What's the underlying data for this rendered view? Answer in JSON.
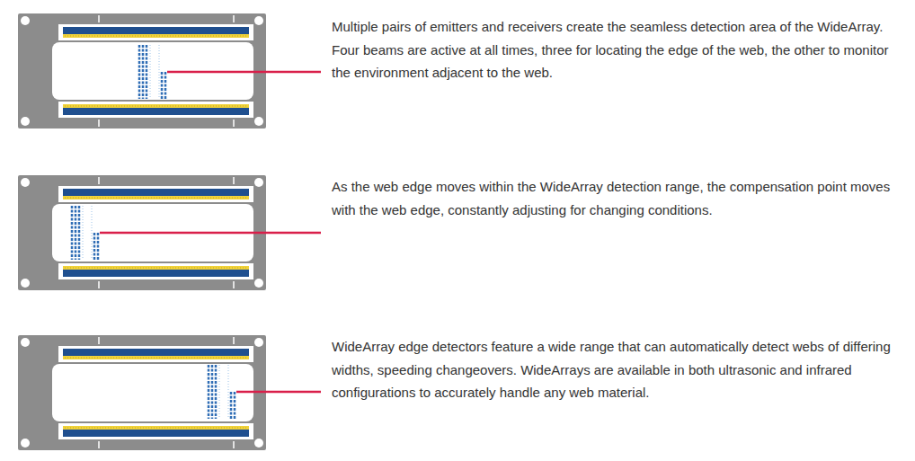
{
  "diagram": {
    "labels": [
      "Multiple pairs of emitters and receivers create the seamless detection area of the WideArray. Four beams are active at all times, three for locating the edge of the web, the other to monitor the environment adjacent to the web.",
      "As the web edge moves within the WideArray detection range, the compensation point moves with the web edge, constantly adjusting for changing conditions.",
      "WideArray edge detectors feature a wide range that can automatically detect webs of differing widths, speeding changeovers. WideArrays are available in both ultrasonic and infrared configurations to accurately handle any web material."
    ]
  }
}
